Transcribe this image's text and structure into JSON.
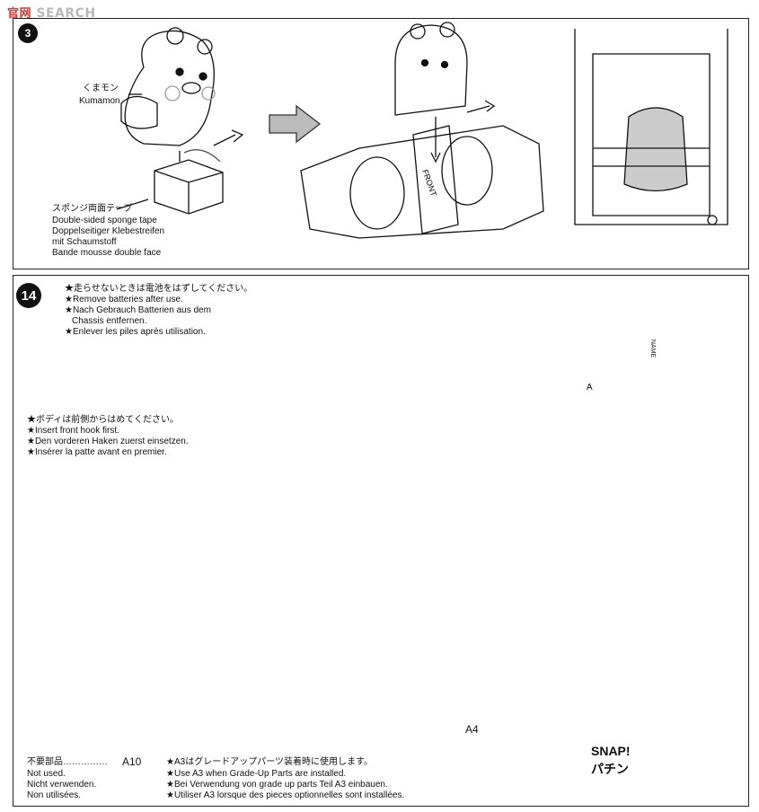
{
  "watermark": {
    "logo_text": "官网",
    "search_text": "SEARCH"
  },
  "step_top": {
    "badge": "3",
    "kumamon_jp": "くまモン",
    "kumamon_en": "Kumamon",
    "tape_jp": "スポンジ両面テープ",
    "tape_en": "Double-sided sponge tape",
    "tape_de": "Doppelseitiger Klebestreifen",
    "tape_de2": "mit Schaumstoff",
    "tape_fr": "Bande mousse double face",
    "front_label": "FRONT"
  },
  "step14": {
    "number": "14",
    "remove_jp": "★走らせないときは電池をはずしてください。",
    "remove_en": "★Remove batteries after use.",
    "remove_de1": "★Nach Gebrauch Batterien aus dem",
    "remove_de2": "Chassis entfernen.",
    "remove_fr": "★Enlever les piles après utilisation.",
    "hook_jp": "★ボディは前側からはめてください。",
    "hook_en": "★Insert front hook first.",
    "hook_de": "★Den vorderen Haken zuerst einsetzen.",
    "hook_fr": "★Insérer la patte avant en premier.",
    "part_a_label": "A",
    "name_label": "NAME",
    "part_a4": "A4",
    "snap_en": "SNAP!",
    "snap_jp": "パチン",
    "notused_jp": "不要部品",
    "notused_dots": "……………",
    "notused_part": "A10",
    "notused_en": "Not used.",
    "notused_de": "Nicht verwenden.",
    "notused_fr": "Non utilisées.",
    "a3_jp": "★A3はグレードアップパーツ装着時に使用します。",
    "a3_en": "★Use A3 when Grade-Up Parts are installed.",
    "a3_de": "★Bei Verwendung von grade up parts Teil A3 einbauen.",
    "a3_fr": "★Utiliser A3 lorsque des pieces optionnelles sont installées."
  }
}
